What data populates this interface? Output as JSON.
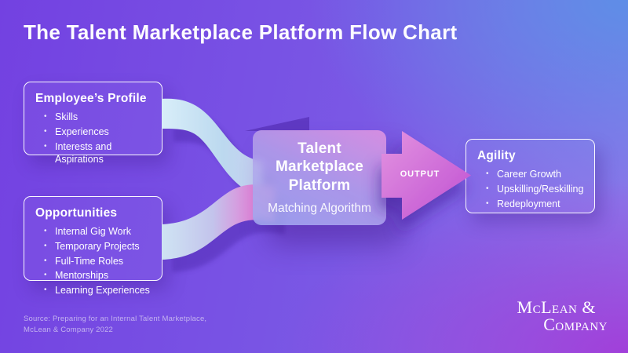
{
  "title": "The Talent Marketplace Platform Flow Chart",
  "employee_profile": {
    "heading": "Employee’s Profile",
    "items": [
      "Skills",
      "Experiences",
      "Interests and Aspirations"
    ]
  },
  "opportunities": {
    "heading": "Opportunities",
    "items": [
      "Internal Gig Work",
      "Temporary Projects",
      "Full-Time Roles",
      "Mentorships",
      "Learning Experiences"
    ]
  },
  "platform": {
    "title": "Talent Marketplace Platform",
    "subtitle": "Matching Algorithm"
  },
  "output_arrow": {
    "label": "OUTPUT"
  },
  "agility": {
    "heading": "Agility",
    "items": [
      "Career Growth",
      "Upskilling/Reskilling",
      "Redeployment"
    ]
  },
  "source": {
    "line1": "Source: Preparing for an Internal Talent Marketplace,",
    "line2": "McLean & Company 2022"
  },
  "logo": {
    "line1": "McLean &",
    "line2": "Company"
  },
  "colors": {
    "bg_top_left": "#7341e1",
    "bg_top_right": "#5c8fe7",
    "bg_bottom_right": "#9c3ed8",
    "ribbon_blue": "#d6edf8",
    "ribbon_pink": "#da6fd2",
    "arrow_pink_light": "#e393e0",
    "arrow_pink_deep": "#bf4fd2",
    "shadow_purple": "#5533b8",
    "text_white": "#ffffff",
    "source_text": "#c3b2ef"
  }
}
